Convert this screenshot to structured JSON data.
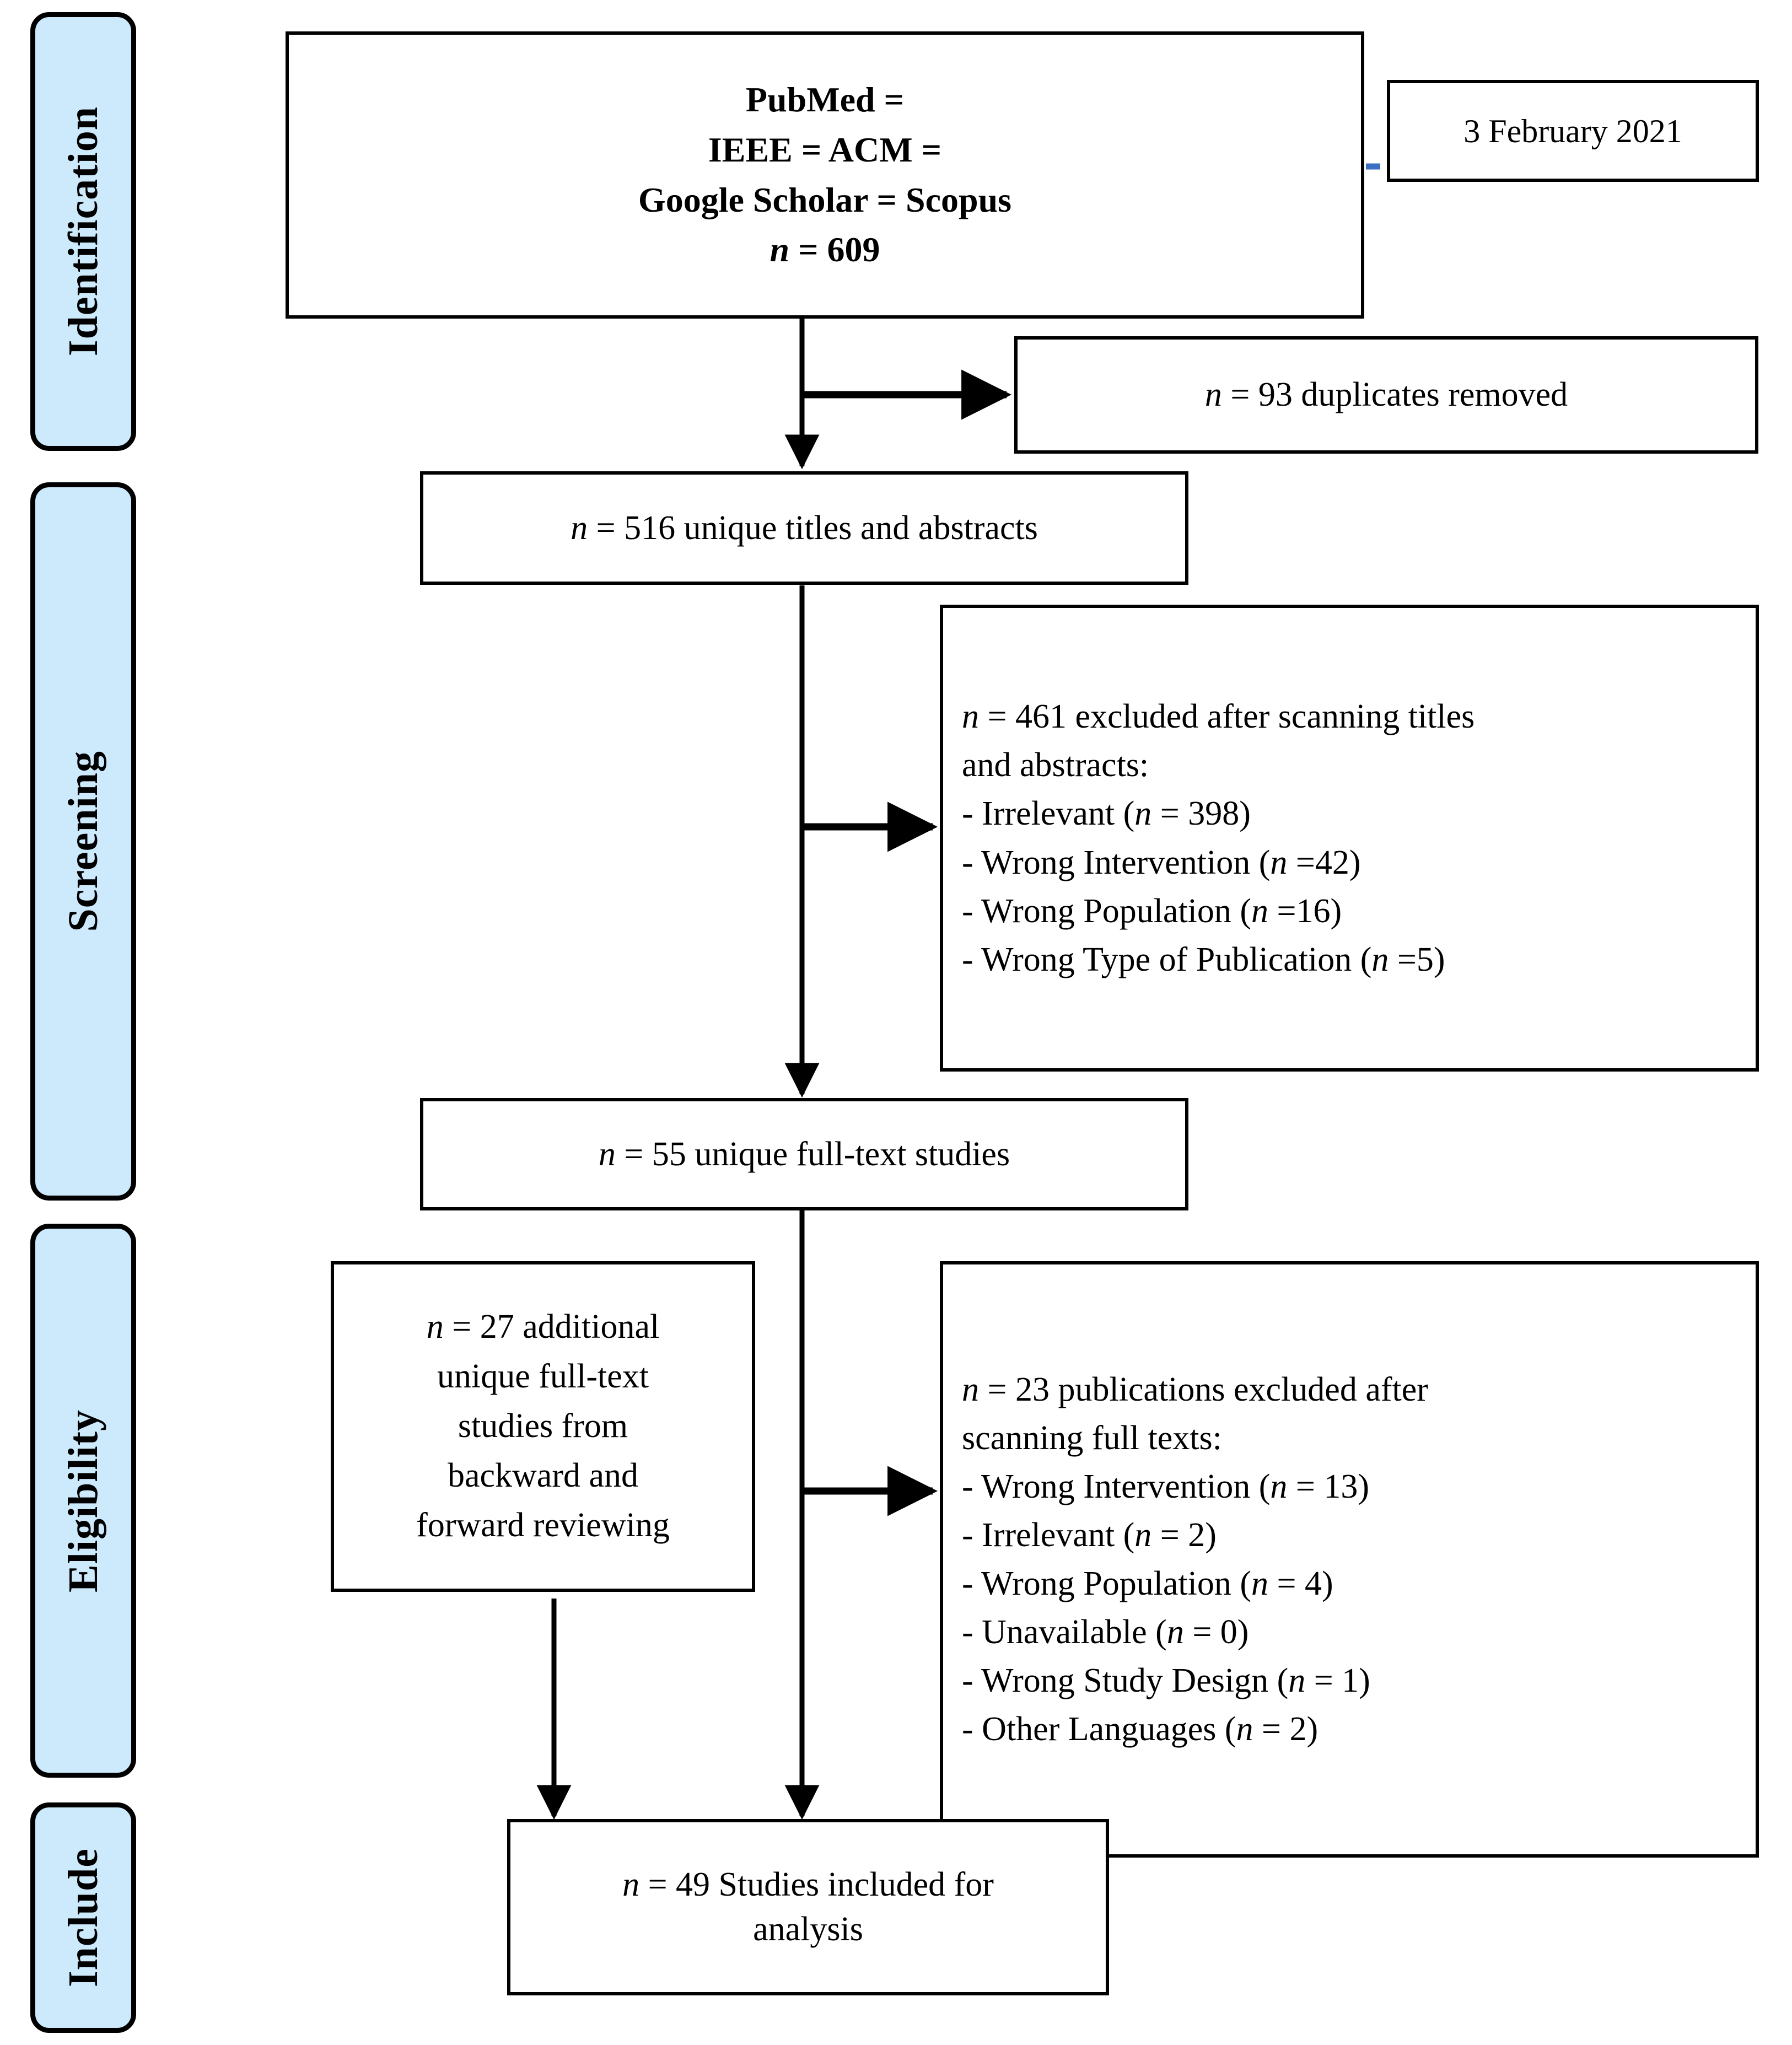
{
  "diagram": {
    "type": "prisma-flow-diagram",
    "accent_color": "#cdeafc",
    "line_color": "#000000",
    "dashed_connector_color": "#3b6fc4"
  },
  "stages": [
    {
      "id": "identification",
      "label": "Identification"
    },
    {
      "id": "screening",
      "label": "Screening"
    },
    {
      "id": "eligibility",
      "label": "Eligibility"
    },
    {
      "id": "include",
      "label": "Include"
    }
  ],
  "nodes": {
    "sources": {
      "name": "records-identified-box",
      "lines": [
        "PubMed =",
        "IEEE = ACM =",
        "Google Scholar = Scopus",
        "n = 609"
      ]
    },
    "search_date": {
      "name": "search-date-box",
      "lines": [
        "3 February 2021"
      ]
    },
    "duplicates": {
      "name": "duplicates-removed-box",
      "lines": [
        "n = 93 duplicates removed"
      ]
    },
    "unique_titles": {
      "name": "unique-titles-abstracts-box",
      "lines": [
        "n = 516 unique titles and abstracts"
      ]
    },
    "excluded_screening": {
      "name": "excluded-after-title-abstract-box",
      "lines": [
        "n = 461 excluded after scanning titles",
        "and abstracts:",
        "-  Irrelevant (n = 398)",
        "-  Wrong Intervention (n =42)",
        "-  Wrong Population (n =16)",
        "-  Wrong Type of Publication (n =5)"
      ]
    },
    "fulltext": {
      "name": "unique-full-text-studies-box",
      "lines": [
        "n = 55 unique full-text studies"
      ]
    },
    "additional": {
      "name": "additional-studies-box",
      "lines": [
        "n = 27 additional",
        "unique full-text",
        "studies from",
        "backward and",
        "forward reviewing"
      ]
    },
    "excluded_eligibility": {
      "name": "excluded-after-full-text-box",
      "lines": [
        "n = 23 publications excluded after",
        "scanning full texts:",
        "-  Wrong Intervention (n = 13)",
        "-  Irrelevant (n = 2)",
        "-  Wrong Population (n = 4)",
        "-  Unavailable (n = 0)",
        "-  Wrong Study Design (n = 1)",
        "-  Other Languages (n = 2)"
      ]
    },
    "included": {
      "name": "studies-included-box",
      "lines": [
        "n = 49 Studies included for",
        "analysis"
      ]
    }
  }
}
